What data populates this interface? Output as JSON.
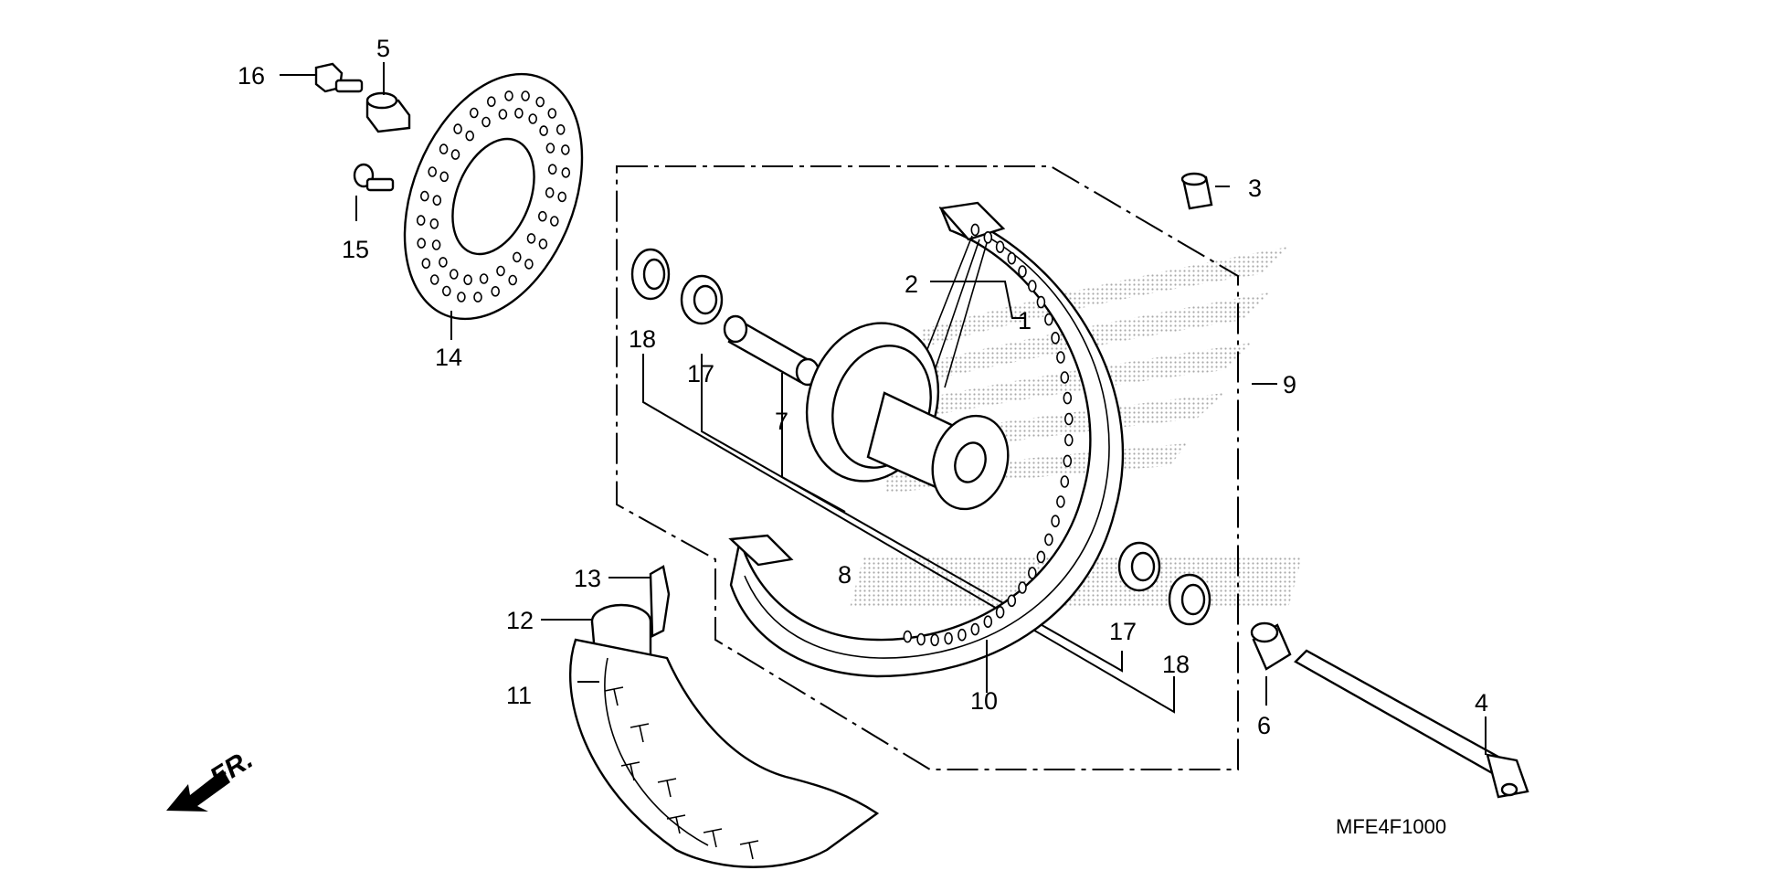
{
  "diagram": {
    "code": "MFE4F1000",
    "direction_label": "FR.",
    "callouts": [
      {
        "id": "c1",
        "label": "1"
      },
      {
        "id": "c2",
        "label": "2"
      },
      {
        "id": "c3",
        "label": "3"
      },
      {
        "id": "c4",
        "label": "4"
      },
      {
        "id": "c5",
        "label": "5"
      },
      {
        "id": "c6",
        "label": "6"
      },
      {
        "id": "c7",
        "label": "7"
      },
      {
        "id": "c8",
        "label": "8"
      },
      {
        "id": "c9",
        "label": "9"
      },
      {
        "id": "c10",
        "label": "10"
      },
      {
        "id": "c11",
        "label": "11"
      },
      {
        "id": "c12",
        "label": "12"
      },
      {
        "id": "c13",
        "label": "13"
      },
      {
        "id": "c14",
        "label": "14"
      },
      {
        "id": "c15",
        "label": "15"
      },
      {
        "id": "c16",
        "label": "16"
      },
      {
        "id": "c17a",
        "label": "17"
      },
      {
        "id": "c17b",
        "label": "17"
      },
      {
        "id": "c18a",
        "label": "18"
      },
      {
        "id": "c18b",
        "label": "18"
      }
    ]
  }
}
